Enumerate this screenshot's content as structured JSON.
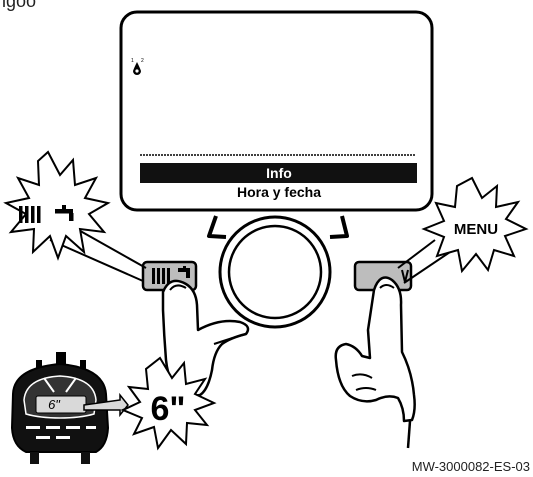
{
  "page_label": "igoo",
  "screen": {
    "menu_selected": "Info",
    "menu_item": "Hora y fecha"
  },
  "callouts": {
    "menu_button_label": "MENU",
    "timer_display": "6\"",
    "duration": "6\""
  },
  "reference_code": "MW-3000082-ES-03",
  "icons": {
    "pressure": "water-drop-icon",
    "heating": "radiator-icon",
    "hot_water": "tap-icon"
  }
}
